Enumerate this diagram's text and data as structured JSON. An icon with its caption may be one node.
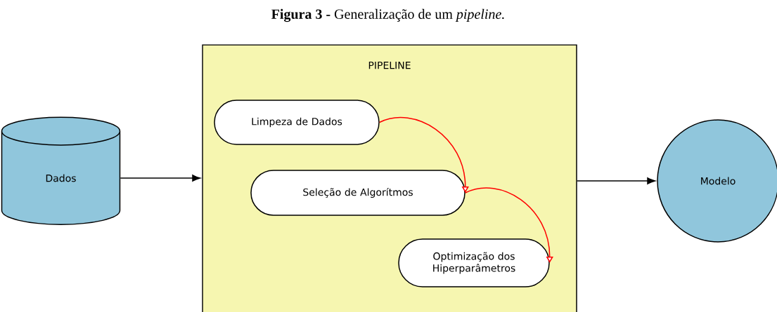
{
  "diagram": {
    "title": "**Figura 3 -** Generalização de um *pipeline.*",
    "nodes": [
      {
        "text": [
          "Dados"
        ]
      },
      {
        "text": [
          "PIPELINE"
        ]
      },
      {
        "text": [
          "Limpeza de Dados"
        ],
        "in": 1
      },
      {
        "text": [
          "Seleção de Algorítmos"
        ],
        "in": 1
      },
      {
        "text": [
          "Optimização dos Hiperparâmetros"
        ],
        "in": 1
      },
      {
        "text": [
          "Modelo"
        ]
      }
    ],
    "edges": [
      {
        "from": 0,
        "to": 1,
        "arrow": "to"
      },
      {
        "from": 2,
        "to": 3,
        "arrow": "to",
        "color": "#ff0000"
      },
      {
        "from": 3,
        "to": 4,
        "arrow": "to",
        "color": "#ff0000"
      },
      {
        "from": 1,
        "to": 5,
        "arrow": "to"
      }
    ]
  }
}
